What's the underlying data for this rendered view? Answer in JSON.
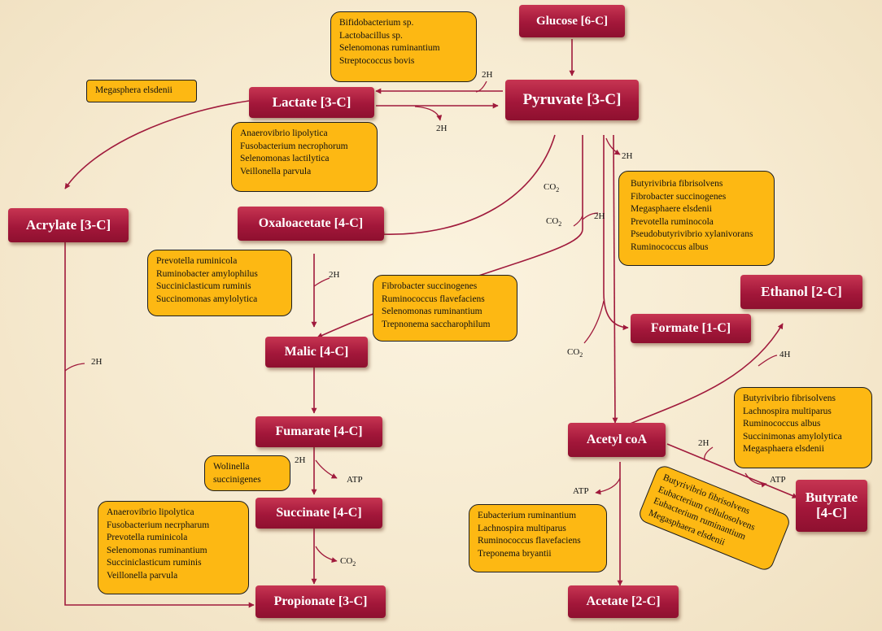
{
  "nodes": {
    "glucose": "Glucose [6-C]",
    "pyruvate": "Pyruvate [3-C]",
    "lactate": "Lactate [3-C]",
    "acrylate": "Acrylate [3-C]",
    "oxaloacetate": "Oxaloacetate [4-C]",
    "malic": "Malic [4-C]",
    "fumarate": "Fumarate [4-C]",
    "succinate": "Succinate [4-C]",
    "propionate": "Propionate [3-C]",
    "ethanol": "Ethanol [2-C]",
    "formate": "Formate [1-C]",
    "acetyl_coa": "Acetyl coA",
    "butyrate_line1": "Butyrate",
    "butyrate_line2": "[4-C]",
    "acetate": "Acetate [2-C]"
  },
  "boxes": {
    "glucose_to_pyruvate": [
      "Bifidobacterium sp.",
      "Lactobacillus sp.",
      "Selenomonas ruminantium",
      "Streptococcus bovis"
    ],
    "lactate_to_acrylate": [
      "Megasphera elsdenii"
    ],
    "pyruvate_to_lactate": [
      "Anaerovibrio lipolytica",
      "Fusobacterium necrophorum",
      "Selenomonas lactilytica",
      "Veillonella parvula"
    ],
    "pyruvate_to_formate": [
      "Butyrivibria fibrisolvens",
      "Fibrobacter succinogenes",
      "Megasphaere elsdenii",
      "Prevotella ruminocola",
      "Pseudobutyrivibrio xylanivorans",
      "Ruminococcus albus"
    ],
    "oxaloacetate_to_malic": [
      "Prevotella ruminicola",
      "Ruminobacter amylophilus",
      "Succiniclasticum ruminis",
      "Succinomonas amylolytica"
    ],
    "pyruvate_to_malic": [
      "Fibrobacter succinogenes",
      "Ruminococcus flavefaciens",
      "Selenomonas ruminantium",
      "Trepnonema saccharophilum"
    ],
    "acetyl_to_ethanol": [
      "Butyrivibrio fibrisolvens",
      "Lachnospira multiparus",
      "Ruminococcus albus",
      "Succinimonas amylolytica",
      "Megasphaera elsdenii"
    ],
    "fumarate_to_succinate": [
      "Wolinella",
      "succinigenes"
    ],
    "succinate_to_propionate": [
      "Anaerovibrio lipolytica",
      "Fusobacterium necrpharum",
      "Prevotella ruminicola",
      "Selenomonas ruminantium",
      "Succiniclasticum ruminis",
      "Veillonella parvula"
    ],
    "acetyl_to_butyrate": [
      "Butyrivibrio fibrisolvens",
      "Eubacterium cellulosolvens",
      "Eubacterium ruminantium",
      "Megasphaera elsdenii"
    ],
    "acetyl_to_acetate": [
      "Eubacterium ruminantium",
      "Lachnospira multiparus",
      "Ruminococcus flavefaciens",
      "Treponema bryantii"
    ]
  },
  "labels": {
    "h2_glucose_lactate": "2H",
    "h2_lactate_pyruvate": "2H",
    "h2_pyruvate_formate": "2H",
    "co2_oxaloacetate": "CO",
    "co2_oxaloacetate_sub": "2",
    "co2_malic": "CO",
    "co2_malic_sub": "2",
    "h2_malic_branch": "2H",
    "h2_oxalo_malic": "2H",
    "co2_formate": "CO",
    "co2_formate_sub": "2",
    "h4_ethanol": "4H",
    "h2_acrylate_propionate": "2H",
    "h2_fumarate_succinate": "2H",
    "atp_succinate": "ATP",
    "co2_propionate": "CO",
    "co2_propionate_sub": "2",
    "h2_butyrate": "2H",
    "atp_butyrate": "ATP",
    "atp_acetate": "ATP"
  },
  "colors": {
    "node_fill": "#a3173a",
    "arrow": "#a01a3c",
    "box_fill": "#fdb813",
    "background": "#f7ecd3"
  }
}
